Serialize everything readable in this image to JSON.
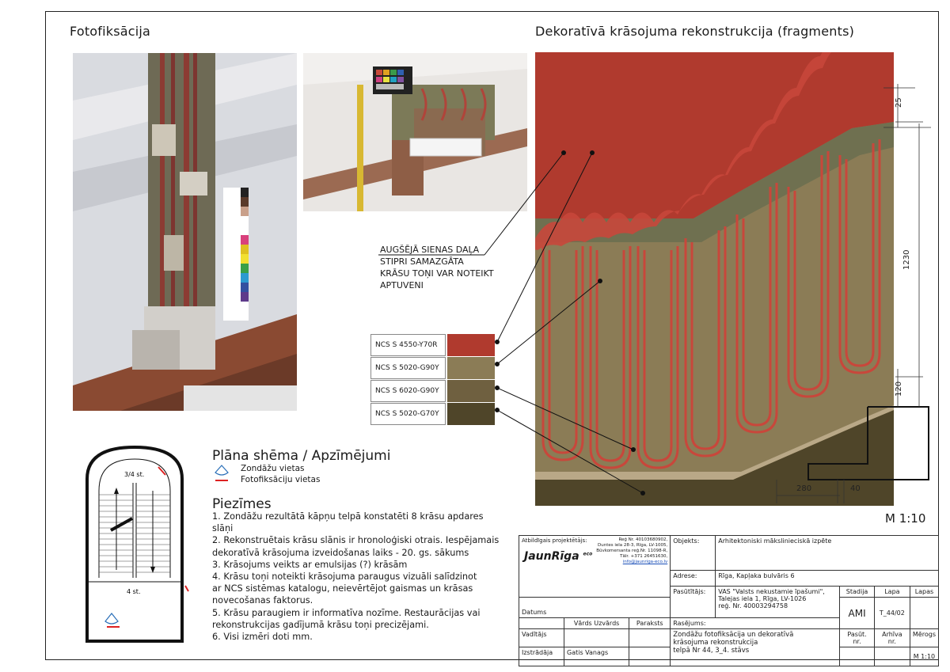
{
  "headings": {
    "photo": "Fotofiksācija",
    "reconstruction": "Dekoratīvā krāsojuma rekonstrukcija (fragments)"
  },
  "annotation": {
    "lines": [
      "AUGŠĒJĀ SIENAS DAĻA",
      "STIPRI SAMAZGĀTA",
      "KRĀSU TOŅI VAR NOTEIKT",
      "APTUVENI"
    ]
  },
  "ncs": [
    {
      "code": "NCS S 4550-Y70R",
      "color": "#b03a2e"
    },
    {
      "code": "NCS S 5020-G90Y",
      "color": "#8b7c56"
    },
    {
      "code": "NCS S 6020-G90Y",
      "color": "#6f6040"
    },
    {
      "code": "NCS S 5020-G70Y",
      "color": "#4f4529"
    }
  ],
  "dimensions": {
    "top": "25",
    "height": "1230",
    "base": "120",
    "step_w": "280",
    "step_h": "40"
  },
  "scale": "M 1:10",
  "legend": {
    "title": "Plāna shēma / Apzīmējumi",
    "item1": "Zondāžu vietas",
    "item2": "Fotofiksāciju vietas",
    "plan_label_upper": "3/4 st.",
    "plan_label_lower": "4 st."
  },
  "notes": {
    "title": "Piezīmes",
    "items": [
      "1. Zondāžu rezultātā kāpņu telpā konstatēti 8 krāsu apdares slāņi",
      "2. Rekonstruētais krāsu slānis ir hronoloģiski otrais. Iespējamais",
      "dekoratīvā krāsojuma izveidošanas laiks - 20. gs. sākums",
      "3. Krāsojums veikts ar emulsijas (?) krāsām",
      "4. Krāsu toņi noteikti krāsojuma paraugus vizuāli salīdzinot",
      "ar NCS sistēmas katalogu, neievērtējot gaismas un krāsas",
      "novecošanas faktorus.",
      "5. Krāsu paraugiem ir informatīva nozīme. Restaurācijas vai",
      "rekonstrukcijas gadījumā krāsu toņi precizējami.",
      "6. Visi izmēri doti mm."
    ]
  },
  "titleblock": {
    "responsible_label": "Atbildīgais projektētājs:",
    "company_reg": "Reģ Nr. 40103680902,",
    "company_addr1": "Duntes iela 28-3, Rīga, LV-1005,",
    "company_addr2": "Būvkomersanta reģ.Nr. 11098-R,",
    "company_tel": "Tālr. +371 26451630,",
    "company_email": "info@jaunriga-eco.lv",
    "logo": "JaunRīga",
    "logo_sub": "eco",
    "object_label": "Objekts:",
    "object_value": "Arhitektoniski mākslinieciskā izpēte",
    "address_label": "Adrese:",
    "address_value": "Rīga, Kapļaka bulvāris 6",
    "client_label": "Pasūtītājs:",
    "client_name": "VAS \"Valsts nekustamie īpašumi\",",
    "client_addr": "Talejas iela 1, Rīga, LV-1026",
    "client_reg": "reģ. Nr. 40003294758",
    "stage_label": "Stadija",
    "sheet_label": "Lapa",
    "sheets_label": "Lapas",
    "stage_value": "AMI",
    "sheet_value": "T_44/02",
    "date_label": "Datums",
    "name_label": "Vārds Uzvārds",
    "sign_label": "Paraksts",
    "head_label": "Vadītājs",
    "author_label": "Izstrādāja",
    "author_name": "Gatis Vanags",
    "drawing_label": "Rasējums:",
    "drawing_l1": "Zondāžu fotofiksācija un dekoratīvā",
    "drawing_l2": "krāsojuma rekonstrukcija",
    "drawing_l3": "telpā Nr 44, 3_4. stāvs",
    "order_label": "Pasūt. nr.",
    "archive_label": "Arhīva nr.",
    "scale_label": "Mērogs",
    "scale_value": "M 1:10"
  }
}
